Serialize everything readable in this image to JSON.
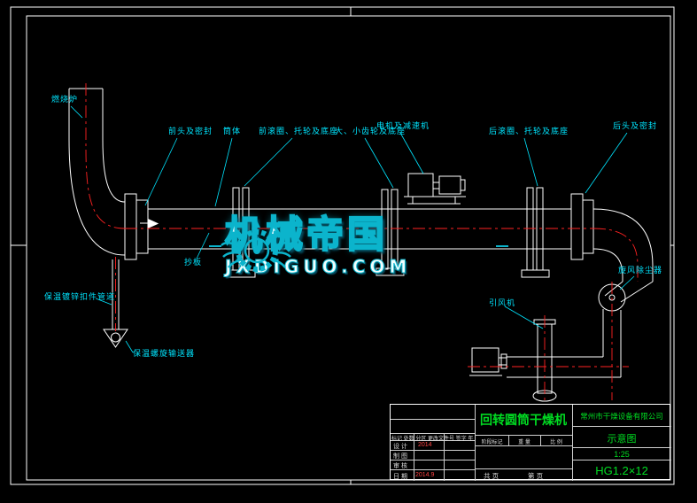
{
  "drawing": {
    "labels": {
      "furnace": "燃烧炉",
      "front_head": "前头及密封",
      "shell": "筒体",
      "front_ring": "前滚圈、托轮及底座",
      "gears": "大、小齿轮及底座",
      "motor": "电机及减速机",
      "rear_ring": "后滚圈、托轮及底座",
      "rear_head": "后头及密封",
      "lifters": "抄板",
      "insulated_pipe": "保温镀锌扣件管道",
      "screw_conveyor": "保温螺旋输送器",
      "fan": "引风机",
      "cyclone": "旋风除尘器"
    },
    "colors": {
      "line": "#ffffff",
      "centerline": "#ff2222",
      "label": "#00e5ff",
      "green": "#00dd22",
      "watermark": "#0bb4cc"
    }
  },
  "watermark": {
    "title": "机械帝国",
    "subtitle": "JXDIGUO.COM"
  },
  "title_block": {
    "product_name": "回转圆筒干燥机",
    "company": "常州市干燥设备有限公司",
    "drawing_type": "示意图",
    "scale_value": "1:25",
    "model": "HG1.2×12",
    "revision_header": "标记 处数 分区 更改文件号 签字 年 月 日",
    "design_label": "设 计",
    "design_value": "2014",
    "draft_label": "制 图",
    "check_label": "审 核",
    "date_label": "日 期",
    "date_value": "2014.9",
    "stage_label": "阶段标记",
    "weight_label": "重 量",
    "scale_label": "比 例",
    "sheet_label": "共  页",
    "page_label": "第  页"
  }
}
